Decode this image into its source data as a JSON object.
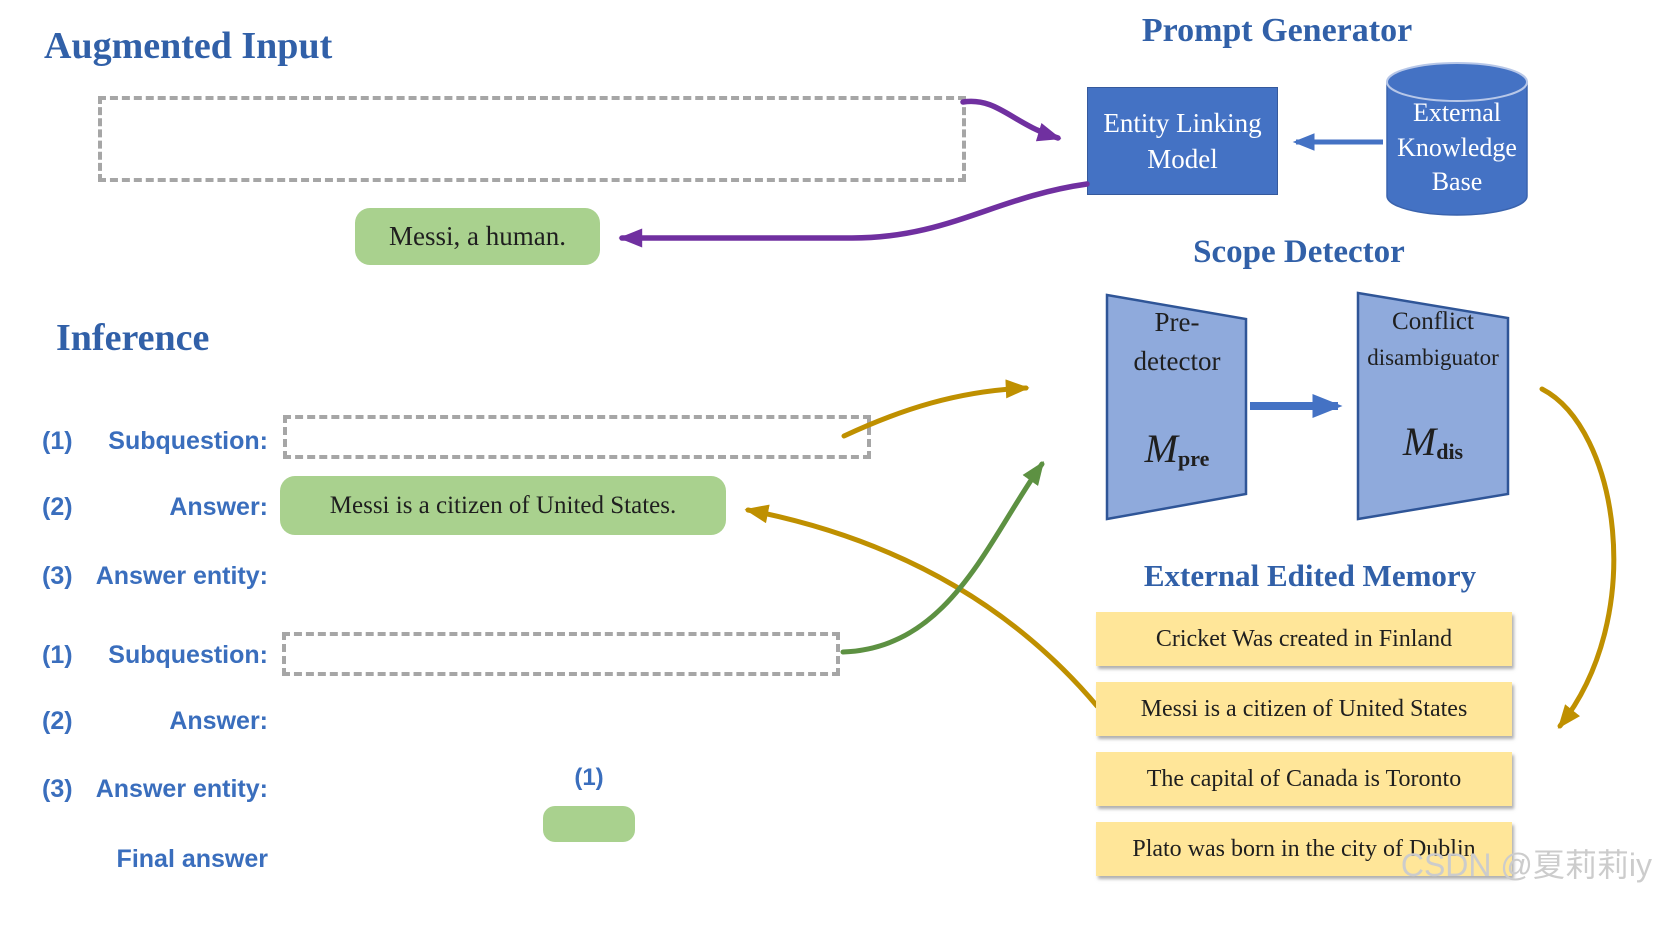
{
  "colors": {
    "accent_blue": "#4472c4",
    "light_blue": "#8faadc",
    "trap_border": "#2f5597",
    "title_blue": "#3160a8",
    "label_blue": "#3a6ebd",
    "green_fill": "#a9d18e",
    "yellow_fill": "#ffe699",
    "purple": "#7030a0",
    "gold": "#bf9000",
    "green_arrow": "#5d9142",
    "dash_gray": "#a6a6a6",
    "text_black": "#1f1f1f",
    "watermark_gray": "#cccccc"
  },
  "augmented_input": {
    "title": "Augmented Input",
    "callout": "Messi, a human."
  },
  "prompt_generator": {
    "title": "Prompt Generator",
    "entity_linking_model_line1": "Entity Linking",
    "entity_linking_model_line2": "Model",
    "knowledge_base_line1": "External",
    "knowledge_base_line2": "Knowledge",
    "knowledge_base_line3": "Base"
  },
  "scope_detector": {
    "title": "Scope Detector",
    "pre_detector": {
      "name_line1": "Pre-",
      "name_line2": "detector",
      "symbol": "M",
      "subscript": "pre"
    },
    "conflict_disambiguator": {
      "name_line1": "Conflict",
      "name_line2": "disambiguator",
      "symbol": "M",
      "subscript": "dis"
    }
  },
  "inference": {
    "title": "Inference",
    "rows": [
      {
        "num": "(1)",
        "label": "Subquestion:"
      },
      {
        "num": "(2)",
        "label": "Answer:"
      },
      {
        "num": "(3)",
        "label": "Answer entity:"
      },
      {
        "num": "(1)",
        "label": "Subquestion:"
      },
      {
        "num": "(2)",
        "label": "Answer:"
      },
      {
        "num": "(3)",
        "label": "Answer entity:"
      }
    ],
    "answer1": "Messi is a citizen of United States.",
    "final_label": "Final answer",
    "final_num": "(1)"
  },
  "external_edited_memory": {
    "title": "External Edited Memory",
    "items": [
      "Cricket Was created in Finland",
      "Messi is a citizen of United States",
      "The capital of Canada is Toronto",
      "Plato was born in the city of Dublin"
    ]
  },
  "watermark": "CSDN @夏莉莉iy"
}
